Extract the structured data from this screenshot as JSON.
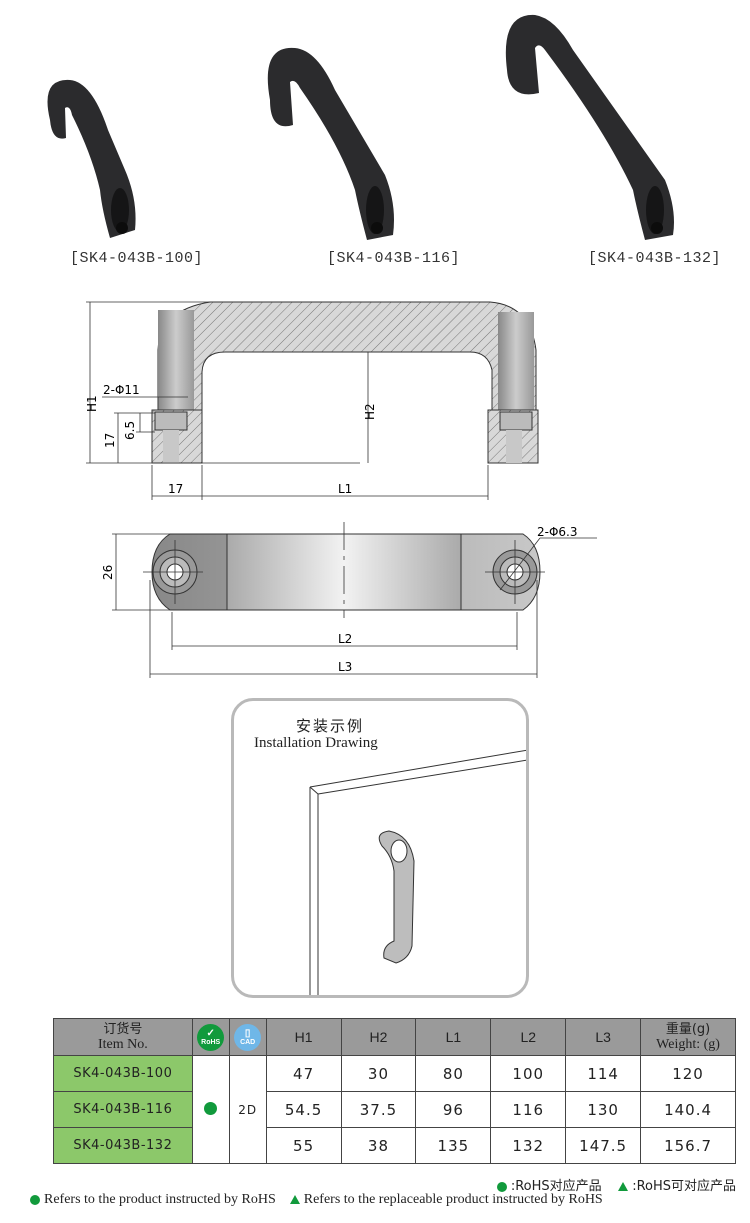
{
  "products": [
    {
      "caption": "[SK4-043B-100]"
    },
    {
      "caption": "[SK4-043B-116]"
    },
    {
      "caption": "[SK4-043B-132]"
    }
  ],
  "front_view": {
    "labels": {
      "h1": "H1",
      "h2": "H2",
      "hole": "2-Φ11",
      "dim_17_v": "17",
      "dim_6_5": "6.5",
      "dim_17_h": "17",
      "l1": "L1"
    }
  },
  "top_view": {
    "labels": {
      "width_26": "26",
      "hole": "2-Φ6.3",
      "l2": "L2",
      "l3": "L3"
    }
  },
  "installation": {
    "title_cn": "安装示例",
    "title_en": "Installation Drawing"
  },
  "table": {
    "header": {
      "item_cn": "订货号",
      "item_en": "Item No.",
      "rohs_icon_label": "RoHS",
      "cad_icon_label": "CAD",
      "columns": [
        "H1",
        "H2",
        "L1",
        "L2",
        "L3"
      ],
      "weight_cn": "重量(g)",
      "weight_en": "Weight: (g)"
    },
    "rohs_mark": "●",
    "cad_value": "2D",
    "rows": [
      {
        "item": "SK4-043B-100",
        "h1": "47",
        "h2": "30",
        "l1": "80",
        "l2": "100",
        "l3": "114",
        "weight": "120"
      },
      {
        "item": "SK4-043B-116",
        "h1": "54.5",
        "h2": "37.5",
        "l1": "96",
        "l2": "116",
        "l3": "130",
        "weight": "140.4"
      },
      {
        "item": "SK4-043B-132",
        "h1": "55",
        "h2": "38",
        "l1": "135",
        "l2": "132",
        "l3": "147.5",
        "weight": "156.7"
      }
    ]
  },
  "legend": {
    "cn_circle": ":RoHS对应产品",
    "cn_triangle": ":RoHS可对应产品",
    "en_circle": "Refers to the product instructed by RoHS",
    "en_triangle": "Refers to the replaceable product instructed by RoHS"
  },
  "colors": {
    "item_cell": "#8cc86a",
    "header": "#9a9a9a",
    "rohs_green": "#119a3c",
    "cad_blue": "#6fb7e8"
  }
}
